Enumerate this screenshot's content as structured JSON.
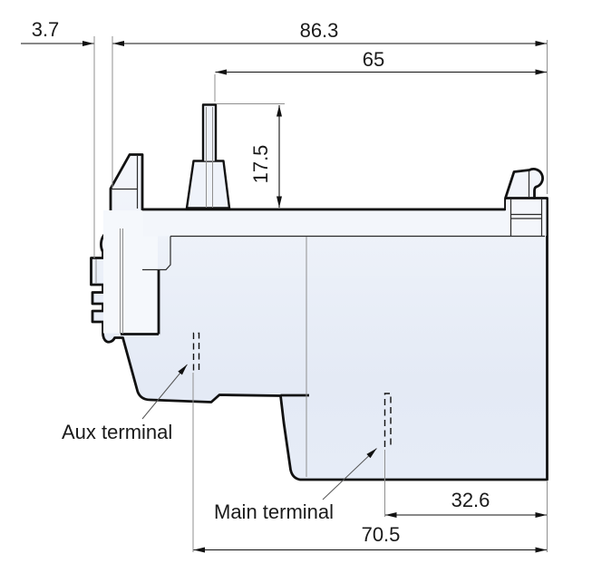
{
  "drawing": {
    "type": "technical-dimensional-drawing",
    "subject": "overload relay side view",
    "dimensions": {
      "left_offset": "3.7",
      "total_width": "86.3",
      "pin_to_right": "65",
      "pin_height": "17.5",
      "main_terminal_to_right": "32.6",
      "terminal_span": "70.5"
    },
    "labels": {
      "aux_terminal": "Aux terminal",
      "main_terminal": "Main terminal"
    },
    "colors": {
      "outline": "#111111",
      "body_fill_light": "#f4f6fb",
      "body_fill_shade": "#e2e9f5",
      "extension_line": "#8f8f8f",
      "background": "#ffffff"
    }
  }
}
